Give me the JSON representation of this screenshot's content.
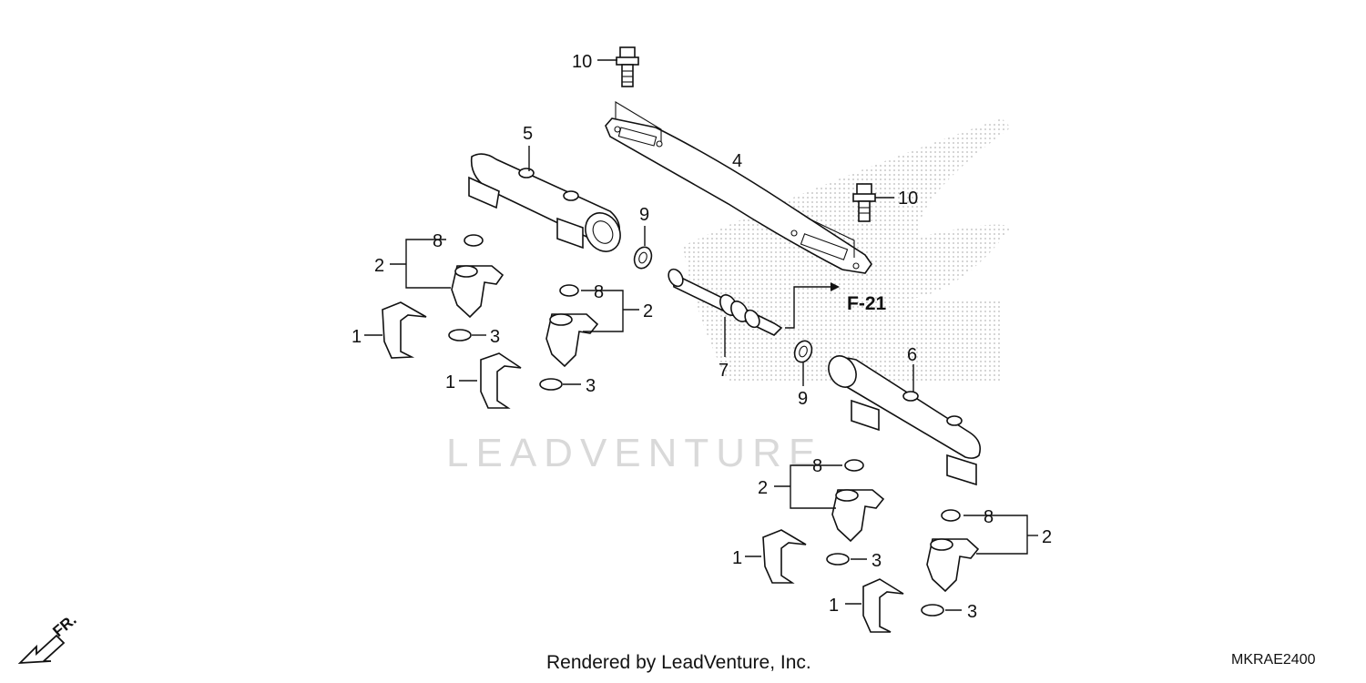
{
  "watermark": {
    "text": "LEADVENTURE"
  },
  "reference": {
    "text": "F-21"
  },
  "front_indicator": {
    "text": "FR."
  },
  "footer": {
    "credit": "Rendered by LeadVenture, Inc.",
    "code": "MKRAE2400"
  },
  "callouts": {
    "c1": "10",
    "c2": "5",
    "c3": "4",
    "c4": "10",
    "c5": "9",
    "c6": "8",
    "c7": "2",
    "c8": "1",
    "c9": "3",
    "c10": "8",
    "c11": "2",
    "c12": "1",
    "c13": "3",
    "c14": "7",
    "c15": "9",
    "c16": "6",
    "c17": "8",
    "c18": "2",
    "c19": "1",
    "c20": "3",
    "c21": "8",
    "c22": "2",
    "c23": "1",
    "c24": "3"
  }
}
